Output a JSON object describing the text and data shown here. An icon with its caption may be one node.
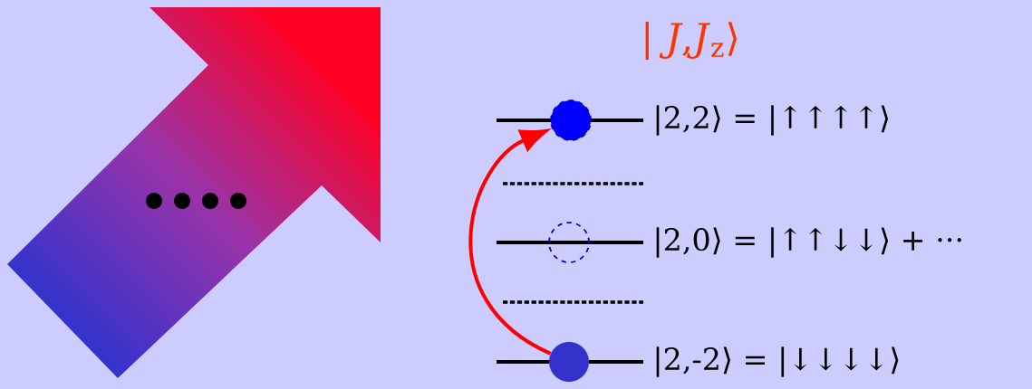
{
  "diagram": {
    "nodes": [
      {
        "text": [],
        "shape": "circle"
      },
      {
        "text": [],
        "shape": "circle"
      },
      {
        "text": [],
        "shape": "circle"
      }
    ],
    "edges": [
      {
        "from": 2,
        "to": 0,
        "arrow": "to"
      }
    ],
    "labels": [
      "| *J*,*J*$_{z}$⟩",
      "|2,2⟩ = |↑↑↑↑⟩",
      "|2,0⟩ = |↑↑↓↓⟩ + ···",
      "|2,-2⟩ = |↓↓↓↓⟩"
    ]
  }
}
